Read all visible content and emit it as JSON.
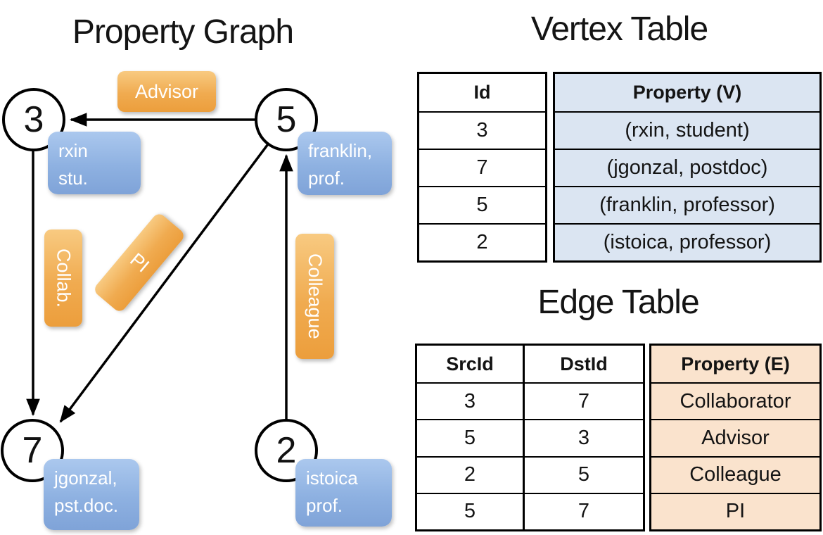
{
  "colors": {
    "edge_label_orange": "#F0A94E",
    "vertex_label_blue": "#8FB1E0",
    "vertex_table_fill": "#DBE5F2",
    "edge_table_fill": "#FAE3CD",
    "line_black": "#000000"
  },
  "graph": {
    "title": "Property Graph",
    "nodes": [
      {
        "id": "3"
      },
      {
        "id": "5"
      },
      {
        "id": "7"
      },
      {
        "id": "2"
      }
    ],
    "vertex_labels": [
      {
        "line1": "rxin",
        "line2": "stu."
      },
      {
        "line1": "franklin,",
        "line2": "prof."
      },
      {
        "line1": "jgonzal,",
        "line2": "pst.doc."
      },
      {
        "line1": "istoica",
        "line2": "prof."
      }
    ],
    "edge_labels": [
      {
        "label": "Advisor"
      },
      {
        "label": "Collab."
      },
      {
        "label": "PI"
      },
      {
        "label": "Colleague"
      }
    ]
  },
  "vertex_table": {
    "title": "Vertex Table",
    "columns": {
      "id": "Id",
      "property": "Property (V)"
    },
    "rows": [
      {
        "id": "3",
        "property": "(rxin, student)"
      },
      {
        "id": "7",
        "property": "(jgonzal, postdoc)"
      },
      {
        "id": "5",
        "property": "(franklin, professor)"
      },
      {
        "id": "2",
        "property": "(istoica, professor)"
      }
    ]
  },
  "edge_table": {
    "title": "Edge Table",
    "columns": {
      "src": "SrcId",
      "dst": "DstId",
      "property": "Property (E)"
    },
    "rows": [
      {
        "src": "3",
        "dst": "7",
        "property": "Collaborator"
      },
      {
        "src": "5",
        "dst": "3",
        "property": "Advisor"
      },
      {
        "src": "2",
        "dst": "5",
        "property": "Colleague"
      },
      {
        "src": "5",
        "dst": "7",
        "property": "PI"
      }
    ]
  }
}
